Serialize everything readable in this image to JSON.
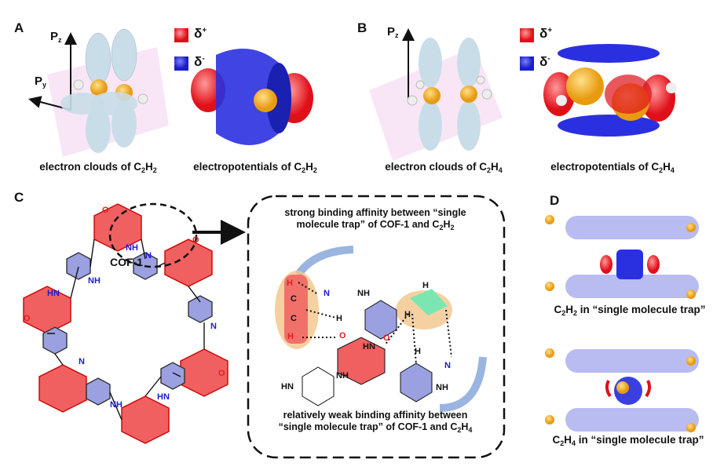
{
  "panels": {
    "a": "A",
    "b": "B",
    "c": "C",
    "d": "D"
  },
  "axes": {
    "pz": "P",
    "pz_sub": "z",
    "py": "P",
    "py_sub": "y"
  },
  "legend": {
    "plus_symbol": "δ",
    "plus_sup": "+",
    "minus_symbol": "δ",
    "minus_sup": "-",
    "plus_color": "#e8141c",
    "minus_color": "#2a2ee0"
  },
  "captions": {
    "a1": {
      "pre": "electron clouds of C",
      "s1": "2",
      "mid": "H",
      "s2": "2"
    },
    "a2": {
      "pre": "electropotentials of C",
      "s1": "2",
      "mid": "H",
      "s2": "2"
    },
    "b1": {
      "pre": "electron clouds of C",
      "s1": "2",
      "mid": "H",
      "s2": "4"
    },
    "b2": {
      "pre": "electropotentials of C",
      "s1": "2",
      "mid": "H",
      "s2": "4"
    },
    "d1": {
      "pre": "C",
      "s1": "2",
      "mid": "H",
      "s2": "2",
      "post": " in “single molecule trap”"
    },
    "d2": {
      "pre": "C",
      "s1": "2",
      "mid": "H",
      "s2": "4",
      "post": " in “single molecule trap”"
    }
  },
  "cof_label": "COF-1",
  "inset": {
    "top": {
      "line1": "strong binding affinity between “single",
      "line2": "molecule trap” of COF-1 and C",
      "s1": "2",
      "mid": "H",
      "s2": "2"
    },
    "bottom": {
      "line1": "relatively weak binding affinity between",
      "line2": "“single molecule trap” of COF-1 and C",
      "s1": "2",
      "mid": "H",
      "s2": "4"
    }
  },
  "atoms": {
    "nh": "NH",
    "hn": "HN",
    "n": "N",
    "o": "O",
    "h": "H",
    "c": "C"
  },
  "colors": {
    "cloud": "#c9dde8",
    "gold": "#f0a91e",
    "plane": "#f3d6f0",
    "highlight_red": "#f06060",
    "highlight_green": "#6ee8b4",
    "arrow_blue": "#7fa3d8"
  }
}
